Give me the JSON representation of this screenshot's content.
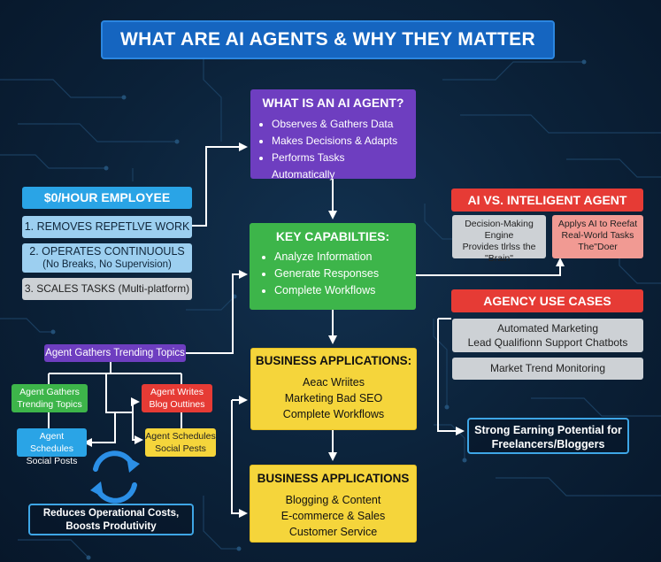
{
  "title": "WHAT ARE AI AGENTS & WHY THEY MATTER",
  "what_is": {
    "heading": "WHAT IS AN AI AGENT?",
    "items": [
      "Observes & Gathers Data",
      "Makes Decisions & Adapts",
      "Performs Tasks Automatically"
    ]
  },
  "employee": {
    "heading": "$0/HOUR EMPLOYEE",
    "item1": "1. REMOVES REPETLVE WORK",
    "item2_title": "2. OPERATES CONTINUOULS",
    "item2_sub": "(No Breaks, No Supervision)",
    "item3": "3. SCALES TASKS (Multi-platform)"
  },
  "capabilities": {
    "heading": "KEY CAPABILTIES:",
    "items": [
      "Analyze Information",
      "Generate Responses",
      "Complete Workflows"
    ]
  },
  "vs": {
    "heading": "AI VS. INTELIGENT AGENT",
    "left": [
      "Decision-Making Engine",
      "Provides tlrlss the",
      "\"Brain\""
    ],
    "right": [
      "Applys AI to Reefat",
      "Real-World Tasks",
      "The\"Doer"
    ]
  },
  "use_cases": {
    "heading": "AGENCY USE CASES",
    "box1": [
      "Automated Marketing",
      "Lead Qualifionn Support Chatbots"
    ],
    "box2": "Market Trend Monitoring"
  },
  "biz1": {
    "heading": "BUSINESS APPLICATIONS:",
    "items": [
      "Aeac Wriites",
      "Marketing Bad SEO",
      "Complete Workflows"
    ]
  },
  "biz2": {
    "heading": "BUSINESS APPLICATIONS",
    "items": [
      "Blogging & Content",
      "E-commerce & Sales",
      "Customer Service"
    ]
  },
  "workflow": {
    "top": "Agent Gathers Trending Topics",
    "gathers": [
      "Agent Gathers",
      "Trending Topics"
    ],
    "writes": [
      "Agent Writes",
      "Blog Outtines"
    ],
    "schedules_left": [
      "Agent Schedules",
      "Social Posts"
    ],
    "schedules_right": [
      "Agent Schedules",
      "Social Pests"
    ]
  },
  "reduces": [
    "Reduces Operational Costs,",
    "Boosts Produtivity"
  ],
  "earning": [
    "Strong Earning Potential for",
    "Freelancers/Bloggers"
  ],
  "colors": {
    "background": "#0b2138",
    "title_blue": "#1565c0",
    "purple": "#6e3ec0",
    "green": "#3db54a",
    "yellow": "#f5d53b",
    "red": "#e63b35",
    "light_blue": "#9ccff0",
    "accent_blue": "#2aa4e6"
  },
  "icons": {
    "refresh": "refresh-cycle-icon"
  }
}
